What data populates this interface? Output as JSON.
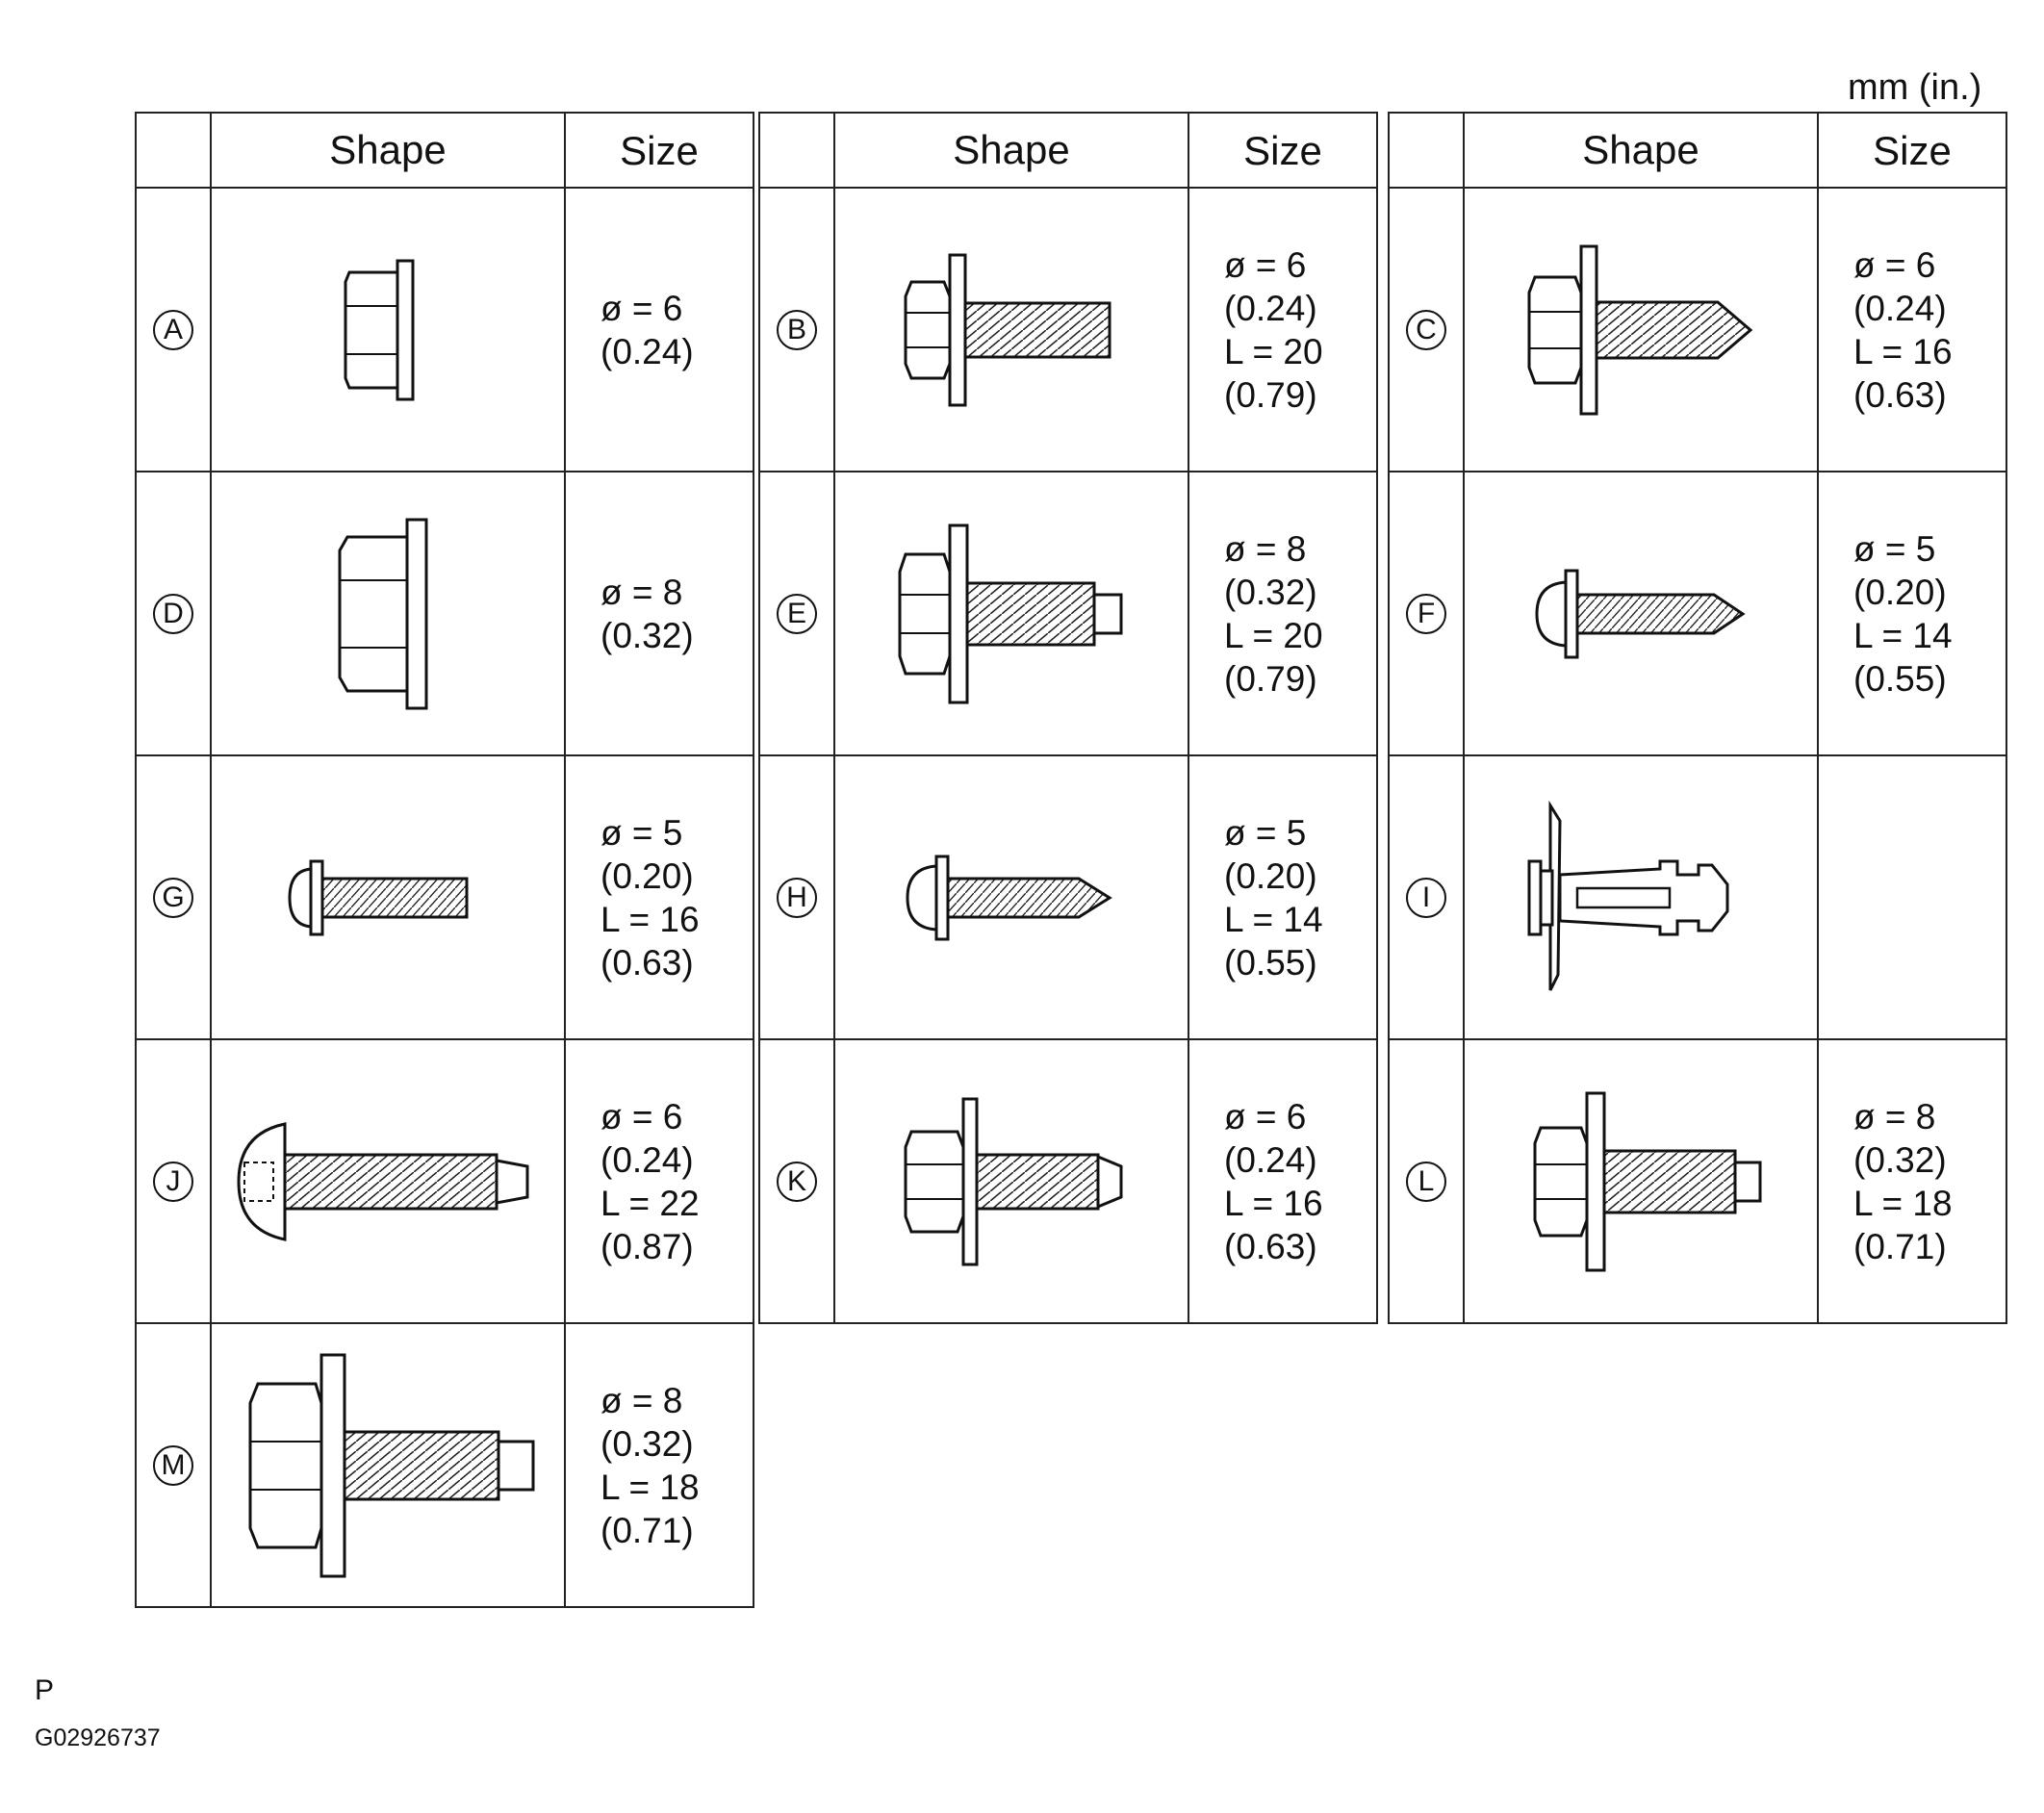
{
  "units": "mm (in.)",
  "header": {
    "shape": "Shape",
    "size": "Size"
  },
  "parts": {
    "A": {
      "id": "A",
      "size": [
        "ø = 6",
        "(0.24)"
      ]
    },
    "B": {
      "id": "B",
      "size": [
        "ø = 6",
        "(0.24)",
        "L = 20",
        "(0.79)"
      ]
    },
    "C": {
      "id": "C",
      "size": [
        "ø = 6",
        "(0.24)",
        "L = 16",
        "(0.63)"
      ]
    },
    "D": {
      "id": "D",
      "size": [
        "ø = 8",
        "(0.32)"
      ]
    },
    "E": {
      "id": "E",
      "size": [
        "ø = 8",
        "(0.32)",
        "L = 20",
        "(0.79)"
      ]
    },
    "F": {
      "id": "F",
      "size": [
        "ø = 5",
        "(0.20)",
        "L = 14",
        "(0.55)"
      ]
    },
    "G": {
      "id": "G",
      "size": [
        "ø = 5",
        "(0.20)",
        "L = 16",
        "(0.63)"
      ]
    },
    "H": {
      "id": "H",
      "size": [
        "ø = 5",
        "(0.20)",
        "L = 14",
        "(0.55)"
      ]
    },
    "I": {
      "id": "I",
      "size": []
    },
    "J": {
      "id": "J",
      "size": [
        "ø = 6",
        "(0.24)",
        "L = 22",
        "(0.87)"
      ]
    },
    "K": {
      "id": "K",
      "size": [
        "ø = 6",
        "(0.24)",
        "L = 16",
        "(0.63)"
      ]
    },
    "L": {
      "id": "L",
      "size": [
        "ø = 8",
        "(0.32)",
        "L = 18",
        "(0.71)"
      ]
    },
    "M": {
      "id": "M",
      "size": [
        "ø = 8",
        "(0.32)",
        "L = 18",
        "(0.71)"
      ]
    }
  },
  "footer": {
    "mark": "P",
    "figure_code": "G02926737"
  }
}
